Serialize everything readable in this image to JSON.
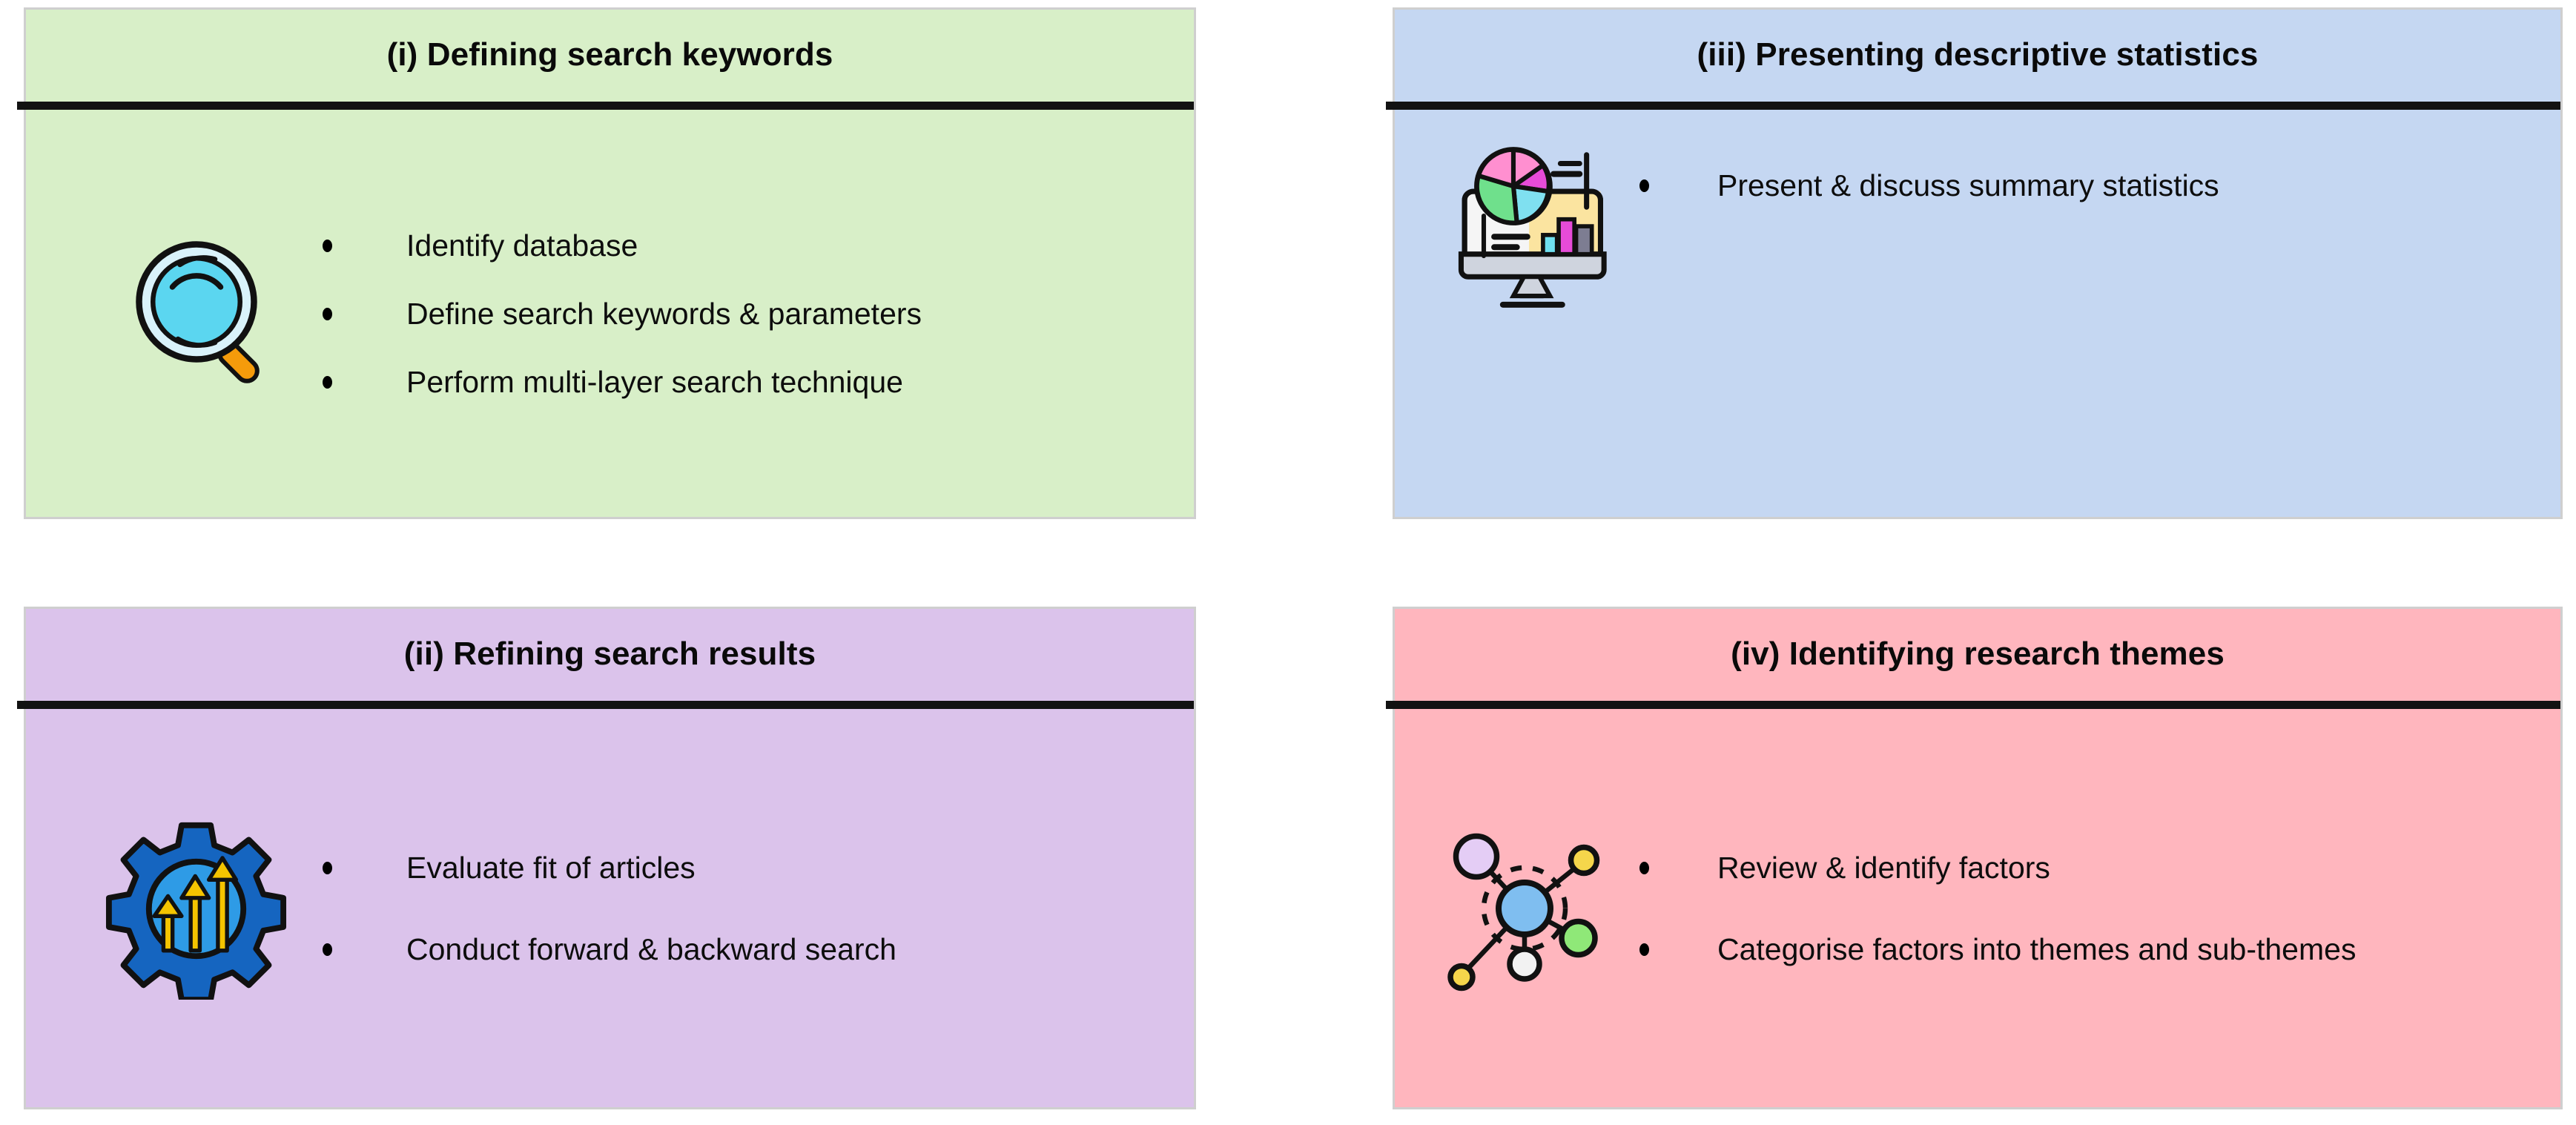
{
  "figure": {
    "panels": [
      {
        "id": "defining-search-keywords",
        "title": "(i) Defining search keywords",
        "bg_color": "#D8EFC8",
        "icon": "magnifying-glass-icon",
        "bullets": [
          "Identify database",
          "Define search keywords & parameters",
          "Perform multi-layer search technique"
        ]
      },
      {
        "id": "presenting-descriptive-statistics",
        "title": "(iii) Presenting descriptive statistics",
        "bg_color": "#C5D7F2",
        "icon": "monitor-charts-icon",
        "bullets": [
          "Present & discuss summary statistics"
        ]
      },
      {
        "id": "refining-search-results",
        "title": "(ii) Refining search results",
        "bg_color": "#DBC3EB",
        "icon": "gear-arrows-icon",
        "bullets": [
          "Evaluate fit of articles",
          "Conduct forward & backward search"
        ]
      },
      {
        "id": "identifying-research-themes",
        "title": "(iv) Identifying research themes",
        "bg_color": "#FFB6BE",
        "icon": "network-nodes-icon",
        "bullets": [
          "Review &  identify factors",
          "Categorise factors into themes and sub-themes"
        ]
      }
    ],
    "colors": {
      "divider": "#121212",
      "border": "#cfcfcf",
      "text": "#0d0d0d",
      "magnifier_lens": "#5BD6F0",
      "magnifier_ring": "#D9F2FA",
      "magnifier_handle": "#F59B0B",
      "magnifier_collar": "#FFD21E",
      "gear_blue": "#1565C0",
      "gear_inner": "#2E9BE6",
      "gear_arrow": "#F5C400",
      "pie_pink": "#FF8FD0",
      "pie_magenta": "#E64BD8",
      "pie_cyan": "#7FE0F0",
      "pie_green": "#6FE08C",
      "screen_yellow": "#FBE4A0",
      "screen_white": "#F5F5F5",
      "bar_cyan": "#6FE0F0",
      "bar_magenta": "#E64BD8",
      "bar_gray": "#7D7D92",
      "node_center": "#7FBEF0",
      "node_lavender": "#E4CDF5",
      "node_yellow": "#F5D64B",
      "node_green": "#8FE878",
      "node_white": "#F2F2F2"
    }
  }
}
